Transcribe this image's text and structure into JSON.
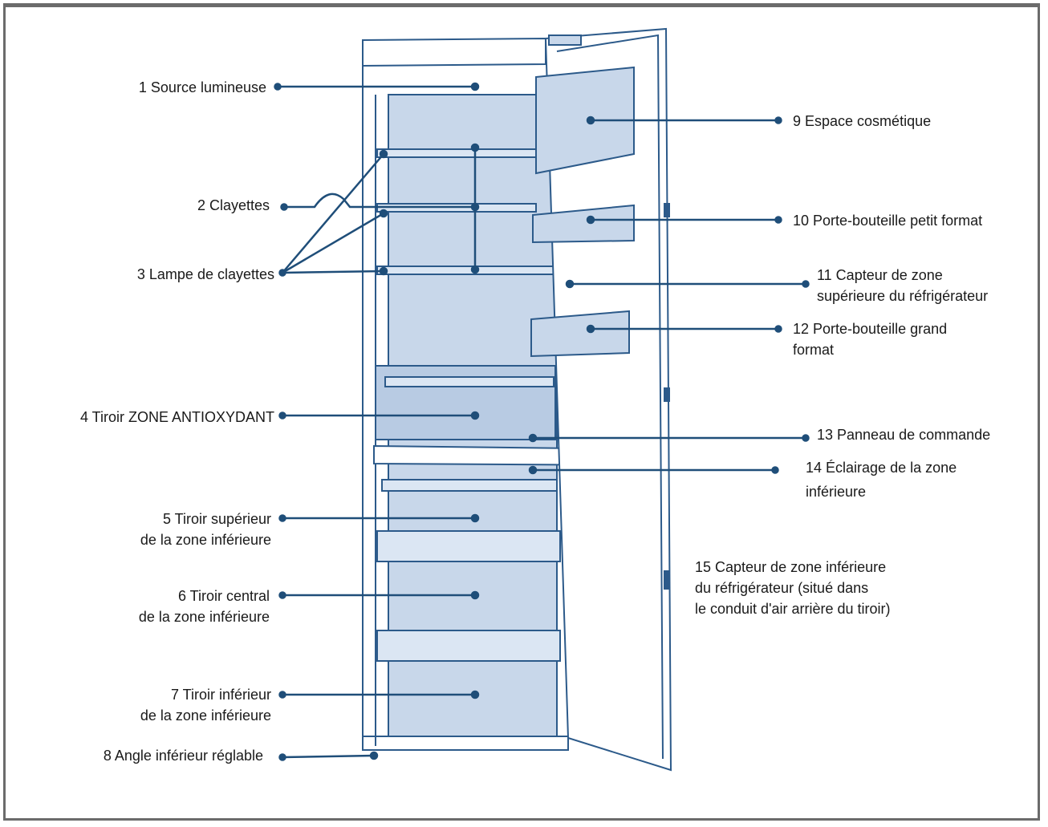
{
  "labels": {
    "l1": "1 Source lumineuse",
    "l2": "2 Clayettes",
    "l3": "3 Lampe de clayettes",
    "l4": "4 Tiroir ZONE ANTIOXYDANT",
    "l5a": "5 Tiroir supérieur",
    "l5b": "de la zone inférieure",
    "l6a": "6 Tiroir central",
    "l6b": "de la zone inférieure",
    "l7a": "7 Tiroir inférieur",
    "l7b": "de la zone inférieure",
    "l8": "8 Angle inférieur réglable",
    "l9": "9 Espace cosmétique",
    "l10": "10 Porte-bouteille petit format",
    "l11a": "11 Capteur de zone",
    "l11b": "supérieure du réfrigérateur",
    "l12a": "12 Porte-bouteille grand",
    "l12b": "format",
    "l13": "13 Panneau de commande",
    "l14a": "14 Éclairage de la zone",
    "l14b": "inférieure",
    "l15a": "15 Capteur de zone inférieure",
    "l15b": "du réfrigérateur (situé dans",
    "l15c": "le conduit d'air arrière du tiroir)"
  },
  "colors": {
    "line": "#1f4e79",
    "fill": "#c8d7ea",
    "outline": "#2c5a8a",
    "frame": "#6b6b6b"
  }
}
